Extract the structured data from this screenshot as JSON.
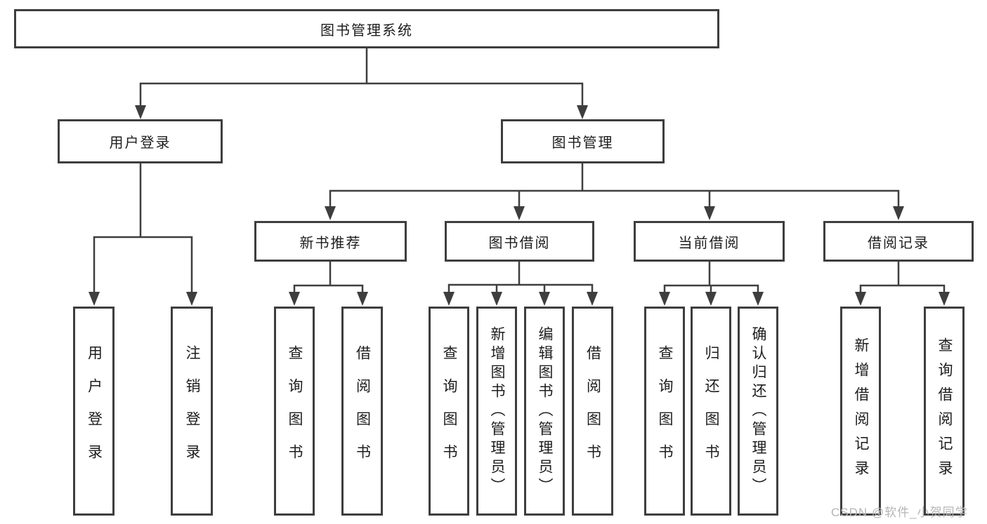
{
  "tree": {
    "root": {
      "label": "图书管理系统"
    },
    "branches": [
      {
        "label": "用户登录",
        "children": [
          {
            "label": "用户登录"
          },
          {
            "label": "注销登录"
          }
        ]
      },
      {
        "label": "图书管理",
        "children": [
          {
            "label": "新书推荐",
            "children": [
              {
                "label": "查询图书"
              },
              {
                "label": "借阅图书"
              }
            ]
          },
          {
            "label": "图书借阅",
            "children": [
              {
                "label": "查询图书"
              },
              {
                "label": "新增图书（管理员）"
              },
              {
                "label": "编辑图书（管理员）"
              },
              {
                "label": "借阅图书"
              }
            ]
          },
          {
            "label": "当前借阅",
            "children": [
              {
                "label": "查询图书"
              },
              {
                "label": "归还图书"
              },
              {
                "label": "确认归还（管理员）"
              }
            ]
          },
          {
            "label": "借阅记录",
            "children": [
              {
                "label": "新增借阅记录"
              },
              {
                "label": "查询借阅记录"
              }
            ]
          }
        ]
      }
    ]
  },
  "watermark": {
    "text": "CSDN @软件_小贺同学"
  },
  "colors": {
    "line": "#3e3e3e",
    "text": "#1d1d1d",
    "watermark": "#b5b5b5",
    "background": "#ffffff"
  }
}
